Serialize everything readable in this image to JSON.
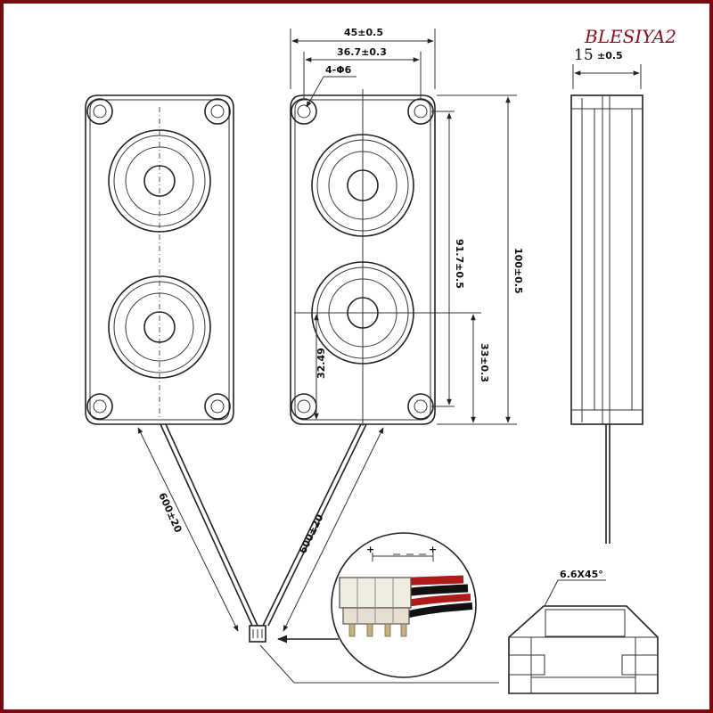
{
  "brand": {
    "watermark": "BLESIYA2",
    "color": "#8a1020"
  },
  "frame_color": "#7a0a12",
  "dimensions": {
    "width_outer": "45±0.5",
    "width_holes": "36.7±0.3",
    "holes": "4-Φ6",
    "thickness_prefix": "15",
    "thickness_tolerance": "±0.5",
    "hole_spacing": "91.7±0.5",
    "height": "100±0.5",
    "center_33": "33±0.3",
    "center_32": "32.49",
    "cable_left": "600±20",
    "cable_right": "600±20",
    "chamfer": "6.6X45°"
  },
  "connector": {
    "polarity_left": "+",
    "polarity_right": "+"
  }
}
